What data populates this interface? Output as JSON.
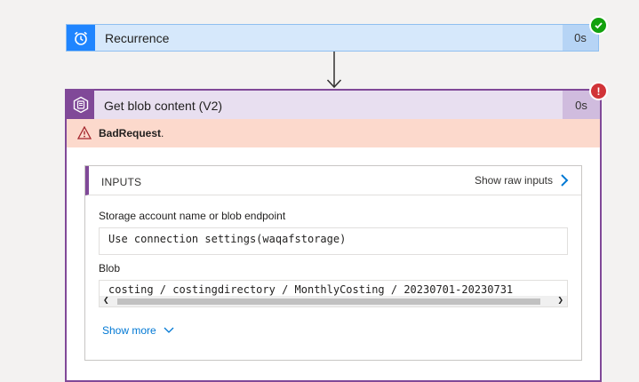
{
  "recurrence": {
    "title": "Recurrence",
    "duration": "0s",
    "icon": "alarm-clock-icon",
    "status_icon": "check-icon",
    "status_color": "#13a10e",
    "accent": "#1f85ff"
  },
  "blob_step": {
    "title": "Get blob content (V2)",
    "duration": "0s",
    "icon": "storage-blob-icon",
    "status_icon": "exclamation-icon",
    "status_color": "#d13438",
    "accent": "#804998",
    "error": {
      "label": "BadRequest",
      "suffix": ".",
      "icon": "warning-icon"
    },
    "inputs": {
      "header": "INPUTS",
      "show_raw_label": "Show raw inputs",
      "fields": [
        {
          "label": "Storage account name or blob endpoint",
          "value": "Use connection settings(waqafstorage)"
        },
        {
          "label": "Blob",
          "value": "costing / costingdirectory / MonthlyCosting / 20230701-20230731"
        }
      ],
      "show_more_label": "Show more"
    }
  }
}
